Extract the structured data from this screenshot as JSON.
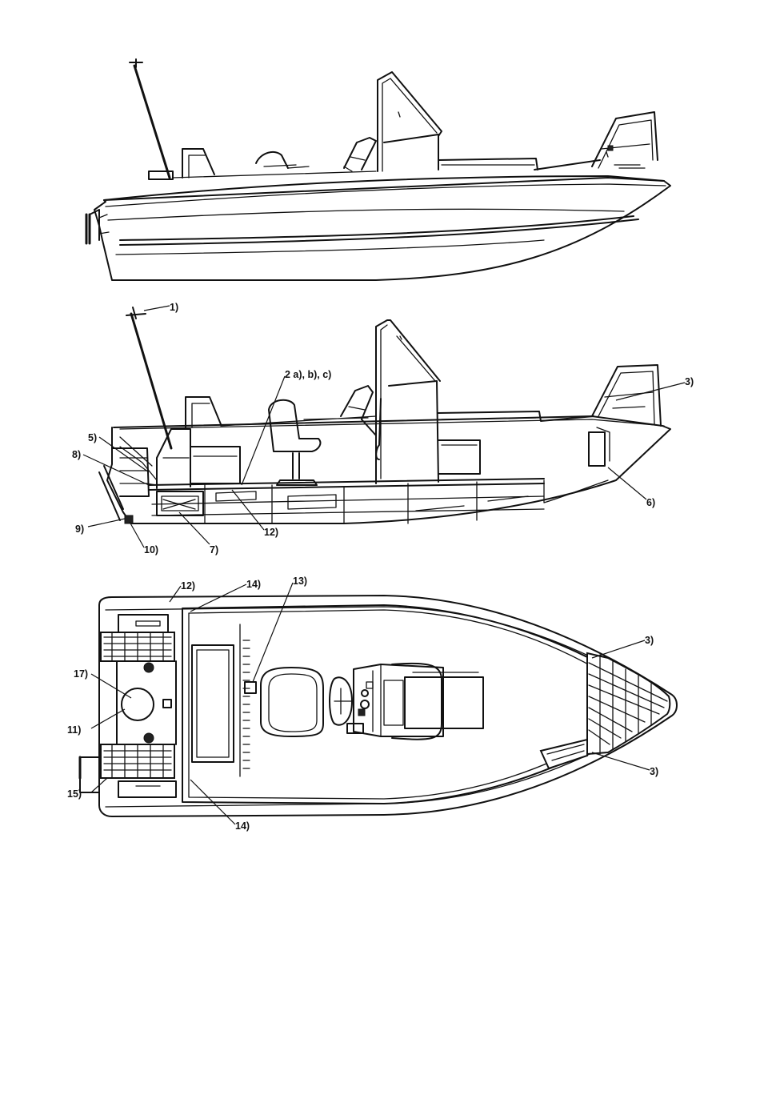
{
  "callouts": {
    "side": {
      "c1": "1)",
      "c2": "2 a), b), c)",
      "c3": "3)",
      "c5": "5)",
      "c6": "6)",
      "c7": "7)",
      "c8": "8)",
      "c9": "9)",
      "c10": "10)",
      "c12": "12)"
    },
    "top": {
      "c3a": "3)",
      "c3b": "3)",
      "c11": "11)",
      "c12": "12)",
      "c13": "13)",
      "c14a": "14)",
      "c14b": "14)",
      "c15": "15)",
      "c17": "17)"
    }
  }
}
